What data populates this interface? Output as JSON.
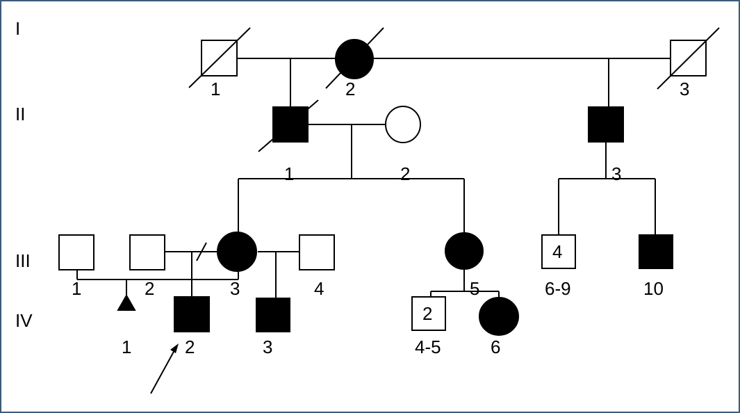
{
  "generations": [
    "I",
    "II",
    "III",
    "IV"
  ],
  "individuals": {
    "I_1": {
      "label": "1",
      "sex": "male",
      "affected": false,
      "deceased": true
    },
    "I_2": {
      "label": "2",
      "sex": "female",
      "affected": true,
      "deceased": true
    },
    "I_3": {
      "label": "3",
      "sex": "male",
      "affected": false,
      "deceased": true
    },
    "II_1": {
      "label": "1",
      "sex": "male",
      "affected": true,
      "deceased": true
    },
    "II_2": {
      "label": "2",
      "sex": "female",
      "affected": false,
      "deceased": false
    },
    "II_3": {
      "label": "3",
      "sex": "male",
      "affected": true,
      "deceased": false
    },
    "III_1": {
      "label": "1",
      "sex": "male",
      "affected": false,
      "deceased": false
    },
    "III_2": {
      "label": "2",
      "sex": "male",
      "affected": false,
      "deceased": false
    },
    "III_3": {
      "label": "3",
      "sex": "female",
      "affected": true,
      "deceased": false
    },
    "III_4": {
      "label": "4",
      "sex": "male",
      "affected": false,
      "deceased": false
    },
    "III_5": {
      "label": "5",
      "sex": "female",
      "affected": true,
      "deceased": false
    },
    "III_6_9": {
      "label": "6-9",
      "sex": "male",
      "affected": false,
      "count": "4"
    },
    "III_10": {
      "label": "10",
      "sex": "male",
      "affected": true,
      "deceased": false
    },
    "IV_1": {
      "label": "1",
      "type": "miscarriage",
      "affected": true
    },
    "IV_2": {
      "label": "2",
      "sex": "male",
      "affected": true,
      "proband": true
    },
    "IV_3": {
      "label": "3",
      "sex": "male",
      "affected": true
    },
    "IV_4_5": {
      "label": "4-5",
      "sex": "male",
      "affected": false,
      "count": "2"
    },
    "IV_6": {
      "label": "6",
      "sex": "female",
      "affected": true
    }
  },
  "colors": {
    "frame": "#3d5a7a",
    "affected": "#000000",
    "unaffected": "#ffffff"
  }
}
